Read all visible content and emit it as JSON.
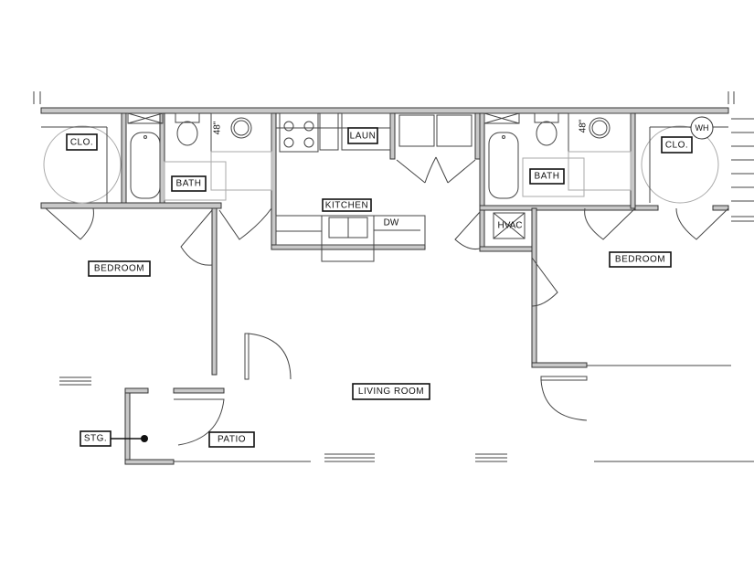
{
  "plan": {
    "labels": {
      "clo_left": "CLO.",
      "bath_left": "BATH",
      "dim_left": "48\"",
      "laun": "LAUN",
      "kitchen": "KITCHEN",
      "dw": "DW",
      "hvac": "HVAC",
      "bath_right": "BATH",
      "dim_right": "48\"",
      "clo_right": "CLO.",
      "wh": "WH",
      "bedroom_left": "BEDROOM",
      "bedroom_right": "BEDROOM",
      "living_room": "LIVING ROOM",
      "stg": "STG.",
      "patio": "PATIO"
    }
  }
}
